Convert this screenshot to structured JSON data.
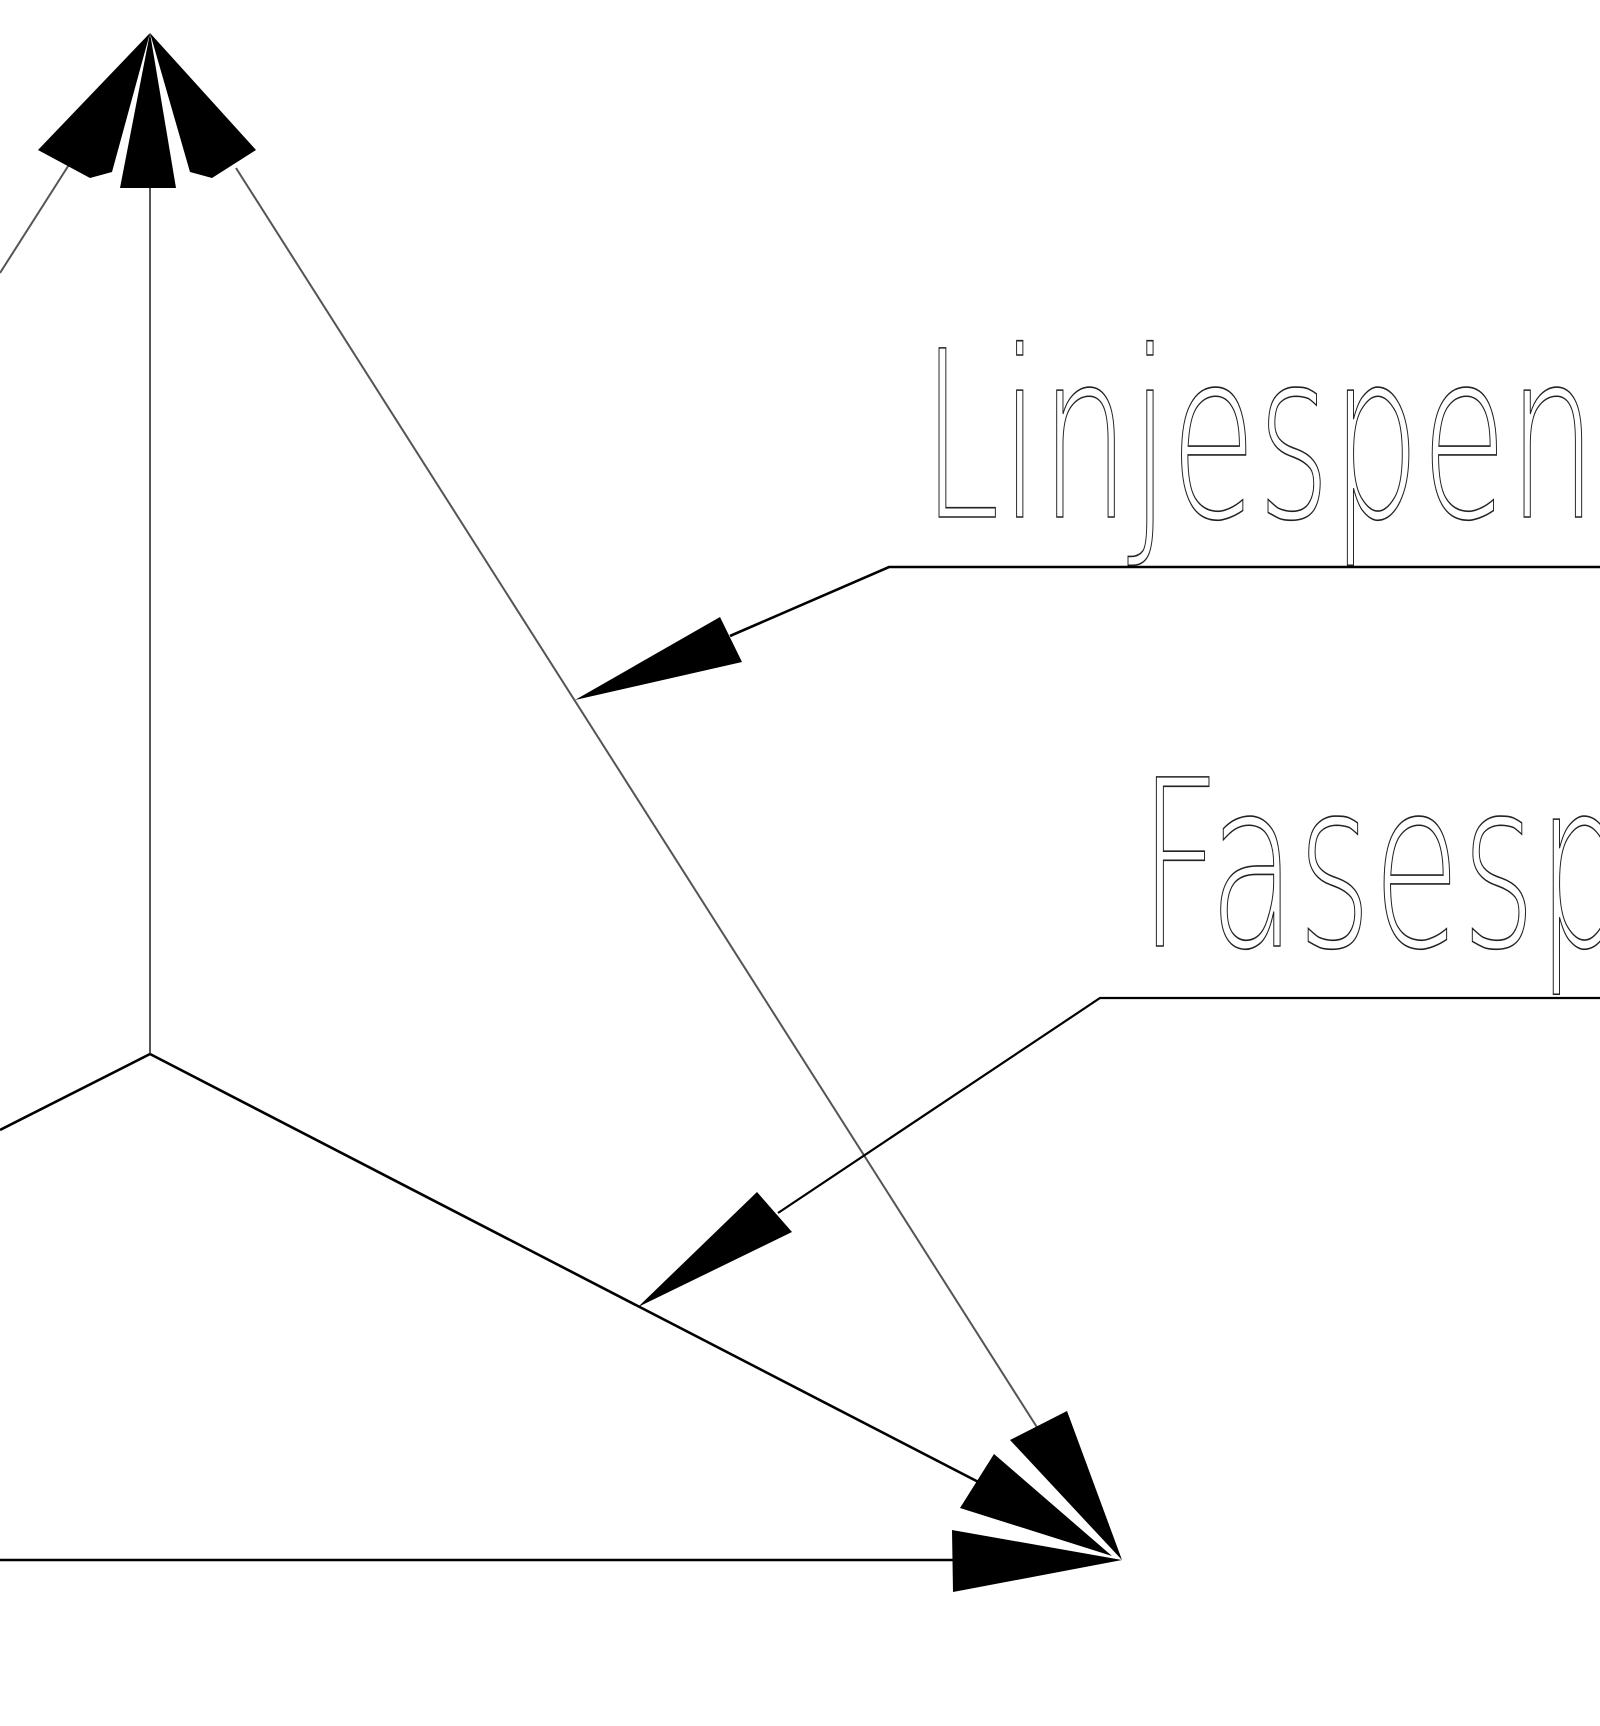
{
  "diagram": {
    "type": "phasor-vector-diagram",
    "colors": {
      "background": "#ffffff",
      "line": "#000000",
      "text_stroke": "#222222"
    },
    "labels": {
      "line_voltage": "Linjespenning",
      "phase_voltage": "Fasespenning"
    },
    "visible_labels": {
      "line_voltage": "Linjespe",
      "phase_voltage": "Fase"
    },
    "vectors": [
      {
        "name": "phase-vector-up",
        "from": "center",
        "to": "top-tip"
      },
      {
        "name": "phase-vector-down-right",
        "from": "center",
        "to": "bottom-right-tip"
      },
      {
        "name": "line-vector-diagonal",
        "from": "top-tip",
        "to": "bottom-right-tip"
      },
      {
        "name": "line-vector-horizontal",
        "from": "left-edge",
        "to": "bottom-right-tip"
      }
    ]
  }
}
